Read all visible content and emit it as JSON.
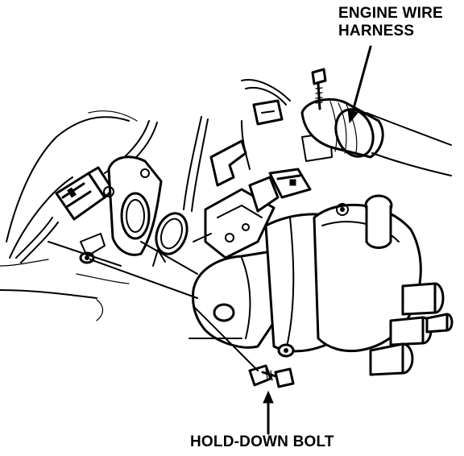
{
  "labels": {
    "harness_line1": "ENGINE WIRE",
    "harness_line2": "HARNESS",
    "bolt": "HOLD-DOWN BOLT"
  },
  "colors": {
    "ink": "#000000",
    "paper": "#ffffff"
  }
}
